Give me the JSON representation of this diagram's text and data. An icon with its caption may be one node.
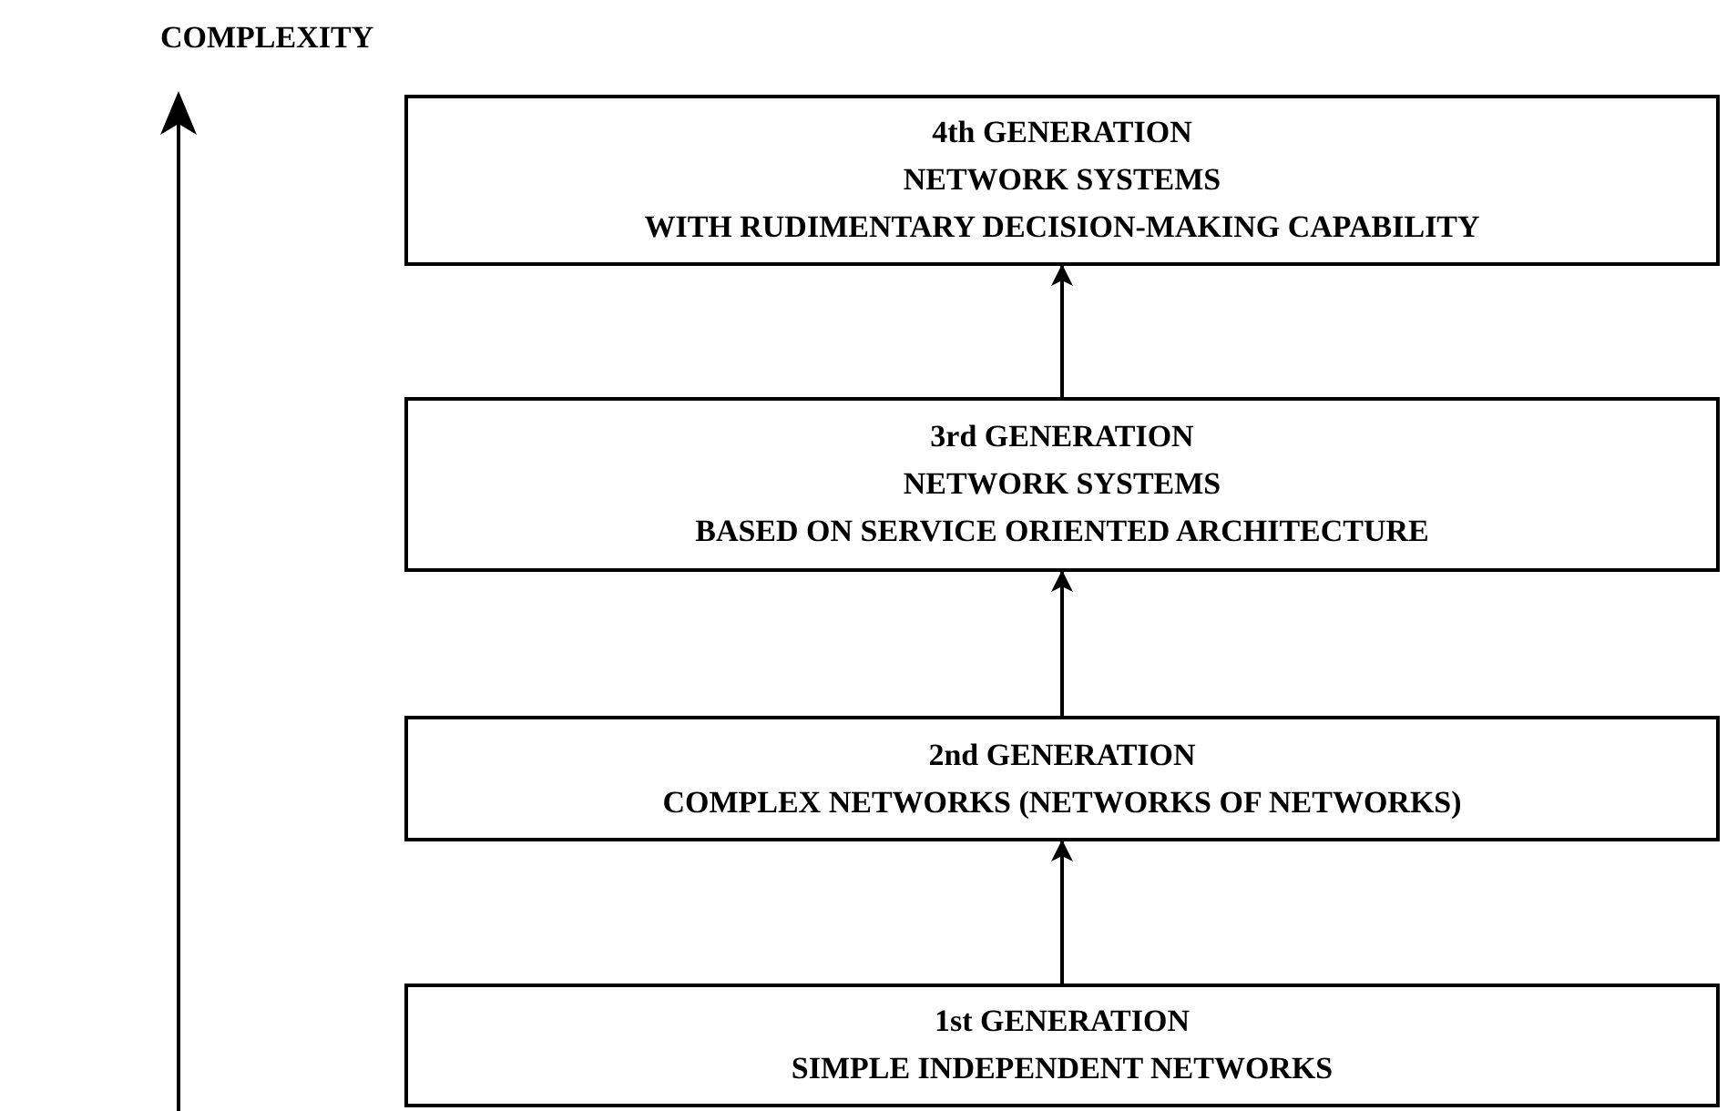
{
  "diagram": {
    "nodes": [
      {
        "text": [
          "4th GENERATION",
          "NETWORK SYSTEMS",
          "WITH RUDIMENTARY DECISION-MAKING CAPABILITY"
        ]
      },
      {
        "text": [
          "3rd GENERATION",
          "NETWORK SYSTEMS",
          "BASED ON SERVICE ORIENTED ARCHITECTURE"
        ]
      },
      {
        "text": [
          "2nd GENERATION",
          "COMPLEX NETWORKS (NETWORKS OF NETWORKS)"
        ]
      },
      {
        "text": [
          "1st GENERATION",
          "SIMPLE INDEPENDENT NETWORKS"
        ]
      }
    ],
    "edges": [
      {
        "from": 3,
        "to": 2,
        "arrow": "to"
      },
      {
        "from": 2,
        "to": 1,
        "arrow": "to"
      },
      {
        "from": 1,
        "to": 0,
        "arrow": "to"
      }
    ],
    "labels": [
      "COMPLEXITY"
    ]
  }
}
